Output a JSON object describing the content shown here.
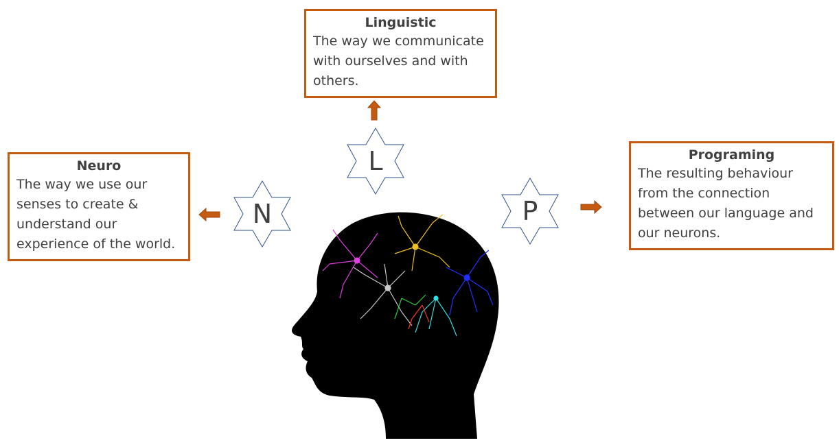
{
  "boxes": {
    "linguistic": {
      "title": "Linguistic",
      "lines": [
        "The way we communicate",
        "with ourselves and with",
        "others."
      ]
    },
    "neuro": {
      "title": "Neuro",
      "lines": [
        "The way we use our",
        "senses to create &",
        "understand our",
        "experience of the world."
      ]
    },
    "programing": {
      "title": "Programing",
      "lines": [
        "The resulting behaviour",
        "from the connection",
        "between our language and",
        "our neurons."
      ]
    }
  },
  "stars": {
    "l": "L",
    "n": "N",
    "p": "P"
  },
  "colors": {
    "box_border": "#c55a11",
    "arrow_fill": "#c55a11",
    "star_stroke": "#2f528f",
    "text": "#404040",
    "head_fill": "#000000"
  },
  "icons": {
    "head": "head-silhouette-neurons-icon",
    "arrow_up": "arrow-up-icon",
    "arrow_left": "arrow-left-icon",
    "arrow_right": "arrow-right-icon"
  }
}
